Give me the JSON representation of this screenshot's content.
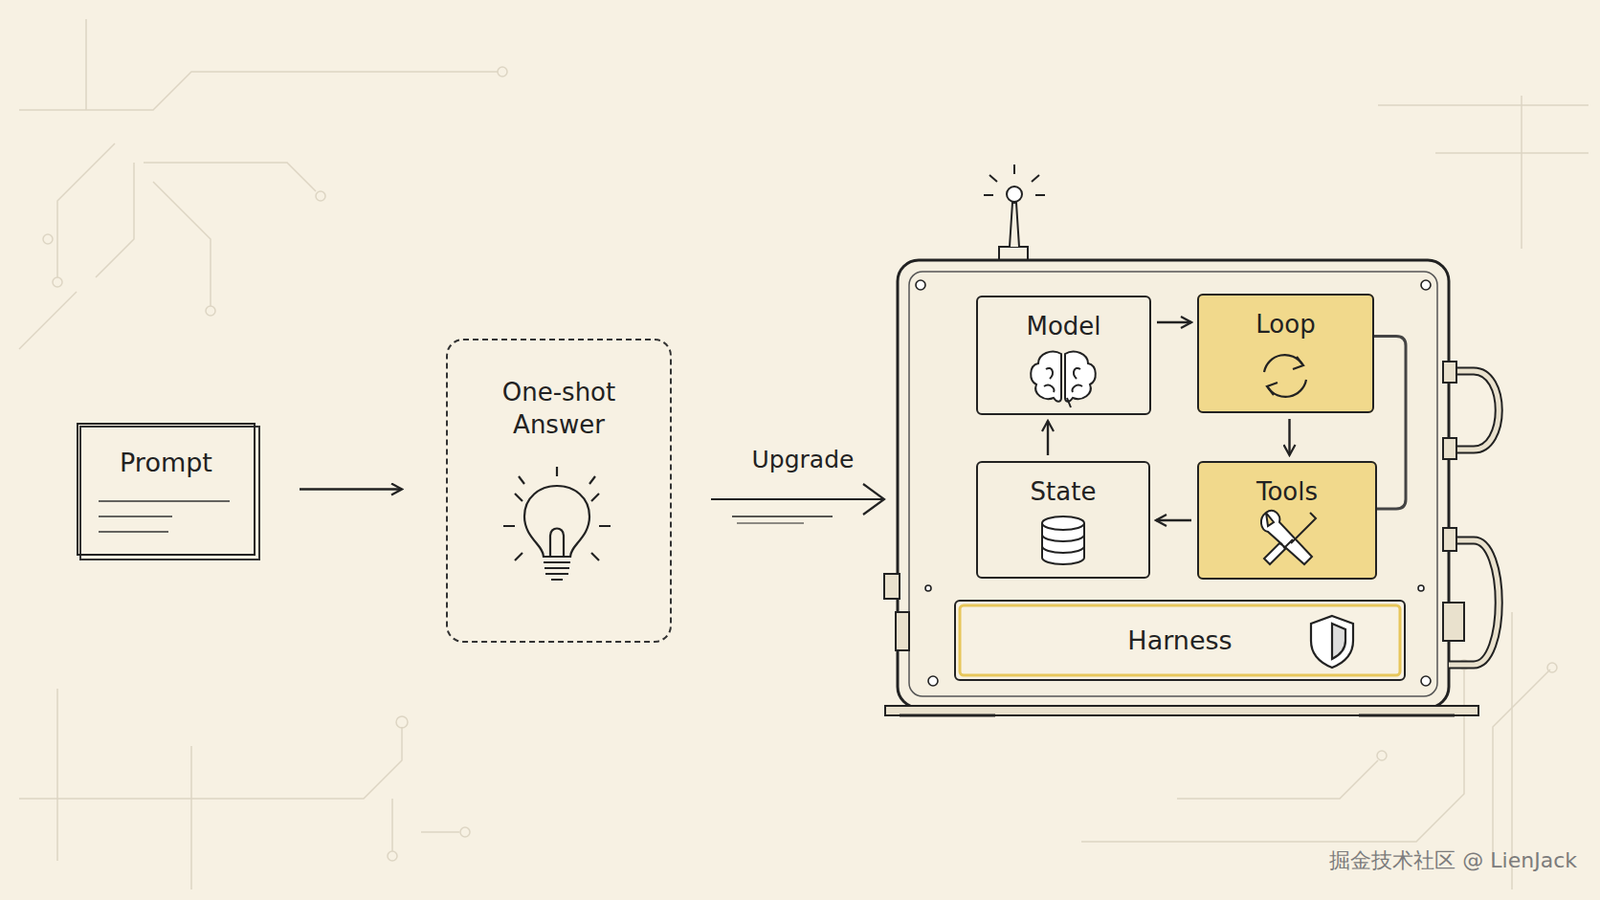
{
  "diagram": {
    "nodes": [
      {
        "text": [
          "Prompt"
        ]
      },
      {
        "text": [
          "One-shot Answer"
        ]
      },
      {
        "text": [
          "Model"
        ]
      },
      {
        "text": [
          "Loop"
        ]
      },
      {
        "text": [
          "State"
        ]
      },
      {
        "text": [
          "Tools"
        ]
      },
      {
        "text": [
          "Harness"
        ]
      }
    ],
    "edges": [
      {
        "from": 0,
        "to": 1,
        "arrow": "to"
      },
      {
        "from": 2,
        "to": 3,
        "arrow": "to"
      },
      {
        "from": 3,
        "to": 5,
        "arrow": "to"
      },
      {
        "from": 5,
        "to": 4,
        "arrow": "to"
      },
      {
        "from": 4,
        "to": 2,
        "arrow": "to"
      },
      {
        "from": 3,
        "to": 5,
        "arrow": "none"
      }
    ],
    "labels": [
      "Upgrade",
      "掘金技术社区 @ LienJack"
    ]
  }
}
